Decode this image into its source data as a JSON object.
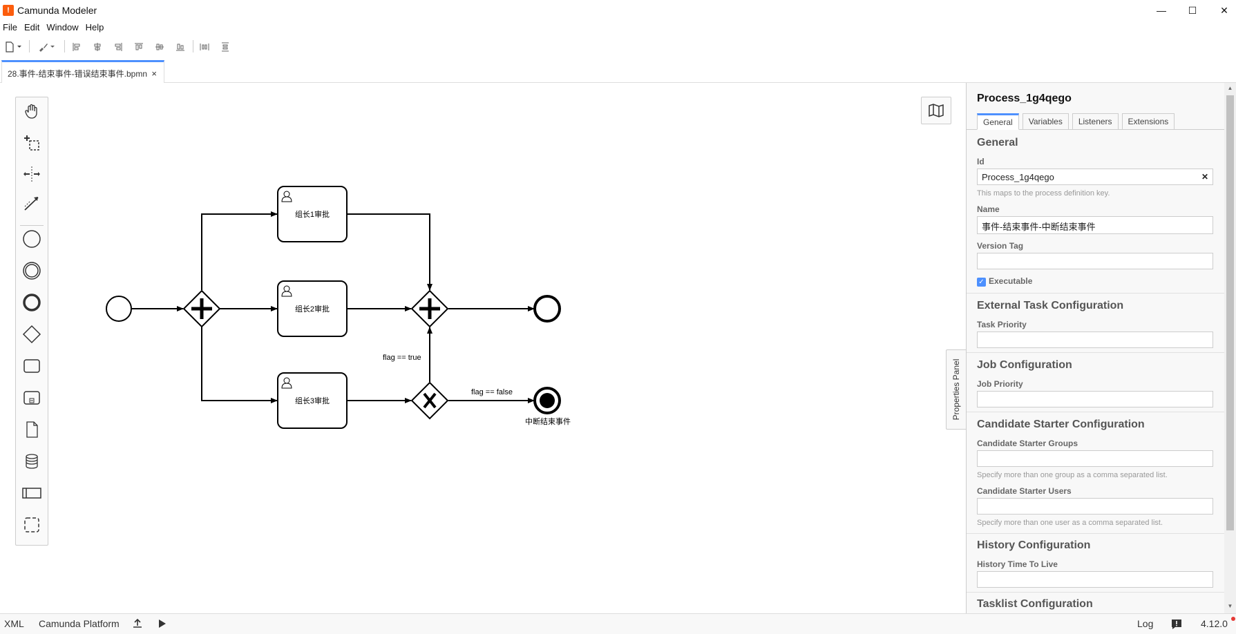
{
  "window": {
    "title": "Camunda Modeler",
    "logo_letter": "!",
    "minimize": "—",
    "maximize": "☐",
    "close": "✕"
  },
  "menu": [
    "File",
    "Edit",
    "Window",
    "Help"
  ],
  "tab": {
    "label": "28.事件-结束事件-错误结束事件.bpmn",
    "close": "×"
  },
  "diagram": {
    "tasks": [
      "组长1审批",
      "组长2审批",
      "组长3审批"
    ],
    "flag_true": "flag == true",
    "flag_false": "flag == false",
    "end_label": "中断结束事件"
  },
  "properties_toggle": "Properties Panel",
  "panel": {
    "title": "Process_1g4qego",
    "tabs": [
      "General",
      "Variables",
      "Listeners",
      "Extensions"
    ],
    "general_title": "General",
    "id_label": "Id",
    "id_value": "Process_1g4qego",
    "id_desc": "This maps to the process definition key.",
    "name_label": "Name",
    "name_value": "事件-结束事件-中断结束事件",
    "version_label": "Version Tag",
    "executable_label": "Executable",
    "ext_task_title": "External Task Configuration",
    "task_priority_label": "Task Priority",
    "job_title": "Job Configuration",
    "job_priority_label": "Job Priority",
    "candidate_title": "Candidate Starter Configuration",
    "candidate_groups_label": "Candidate Starter Groups",
    "candidate_groups_desc": "Specify more than one group as a comma separated list.",
    "candidate_users_label": "Candidate Starter Users",
    "candidate_users_desc": "Specify more than one user as a comma separated list.",
    "history_title": "History Configuration",
    "history_ttl_label": "History Time To Live",
    "tasklist_title": "Tasklist Configuration"
  },
  "status": {
    "xml": "XML",
    "platform": "Camunda Platform",
    "log": "Log",
    "version": "4.12.0"
  }
}
